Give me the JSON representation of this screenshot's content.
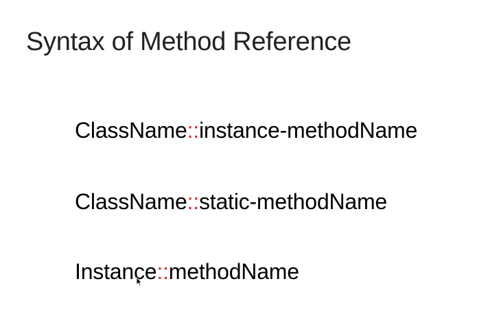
{
  "slide": {
    "title": "Syntax of Method Reference",
    "lines": [
      {
        "left": "ClassName",
        "separator": "::",
        "right": "instance-methodName"
      },
      {
        "left": "ClassName",
        "separator": "::",
        "right": "static-methodName"
      },
      {
        "left": "Instance",
        "separator": "::",
        "right": "methodName"
      }
    ]
  },
  "colors": {
    "separator": "#d62c2c",
    "text": "#000000",
    "background": "#ffffff"
  },
  "icons": {
    "cursor": "mouse-pointer-icon"
  }
}
